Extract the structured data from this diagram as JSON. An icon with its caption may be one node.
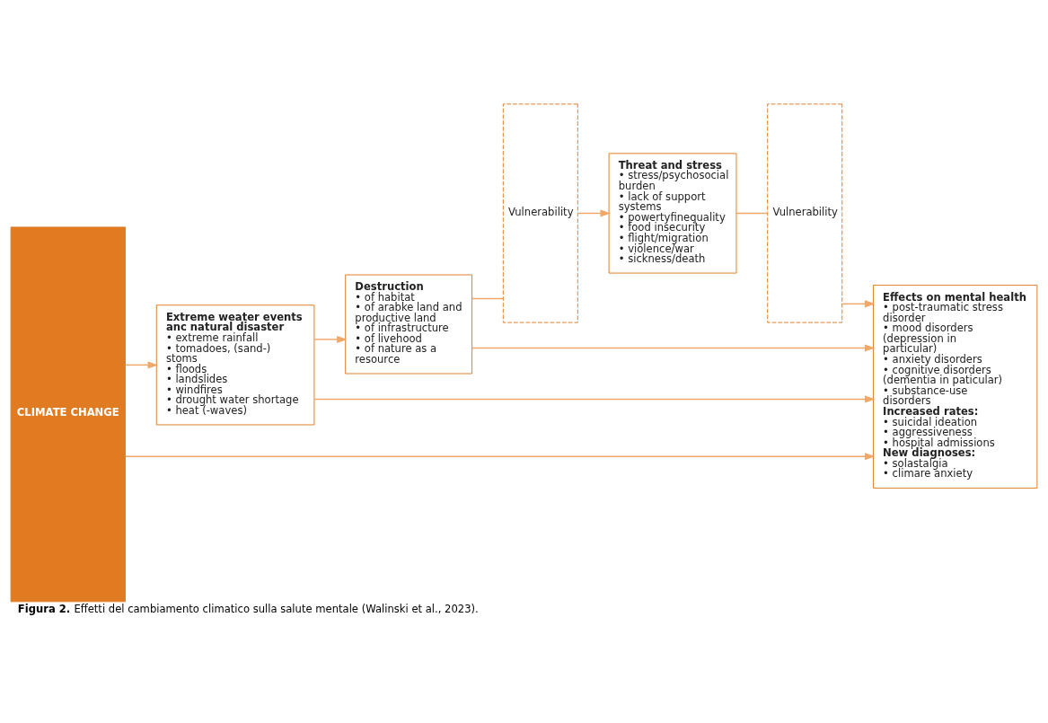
{
  "diagram": {
    "caption": "**Figura 2.** Effetti del cambiamento climatico sulla salute mentale (Walinski et al., 2023).",
    "nodes": [
      {
        "text": [
          "CLIMATE CHANGE"
        ]
      },
      {
        "text": [
          "Extreme weater events anc natural disaster",
          "• extreme rainfall",
          "• tomadoes, (sand-) stoms",
          "• floods",
          "• landslides",
          "• windfires",
          "• drought water shortage",
          "• heat (-waves)"
        ]
      },
      {
        "text": [
          "Destruction",
          "• of habitat",
          "• of arabke land and productive land",
          "• of infrastructure",
          "• of livehood",
          "• of nature as a resource"
        ]
      },
      {
        "text": [
          "Vulnerability"
        ]
      },
      {
        "text": [
          "Threat and stress",
          "• stress/psychosocial burden",
          "• lack of support systems",
          "• powertyfinequality",
          "• food insecurity",
          "• flight/migration",
          "• violence/war",
          "• sickness/death"
        ]
      },
      {
        "text": [
          "Vulnerability"
        ]
      },
      {
        "text": [
          "Effects on mental health",
          "• post-traumatic stress disorder",
          "• mood disorders (depression in particular)",
          "• anxiety disorders",
          "• cognitive disorders (dementia in paticular)",
          "• substance-use disorders",
          "Increased rates:",
          "• suicidal ideation",
          "• aggressiveness",
          "• hospital admissions",
          "New diagnoses:",
          "• solastalgia",
          "• climare anxiety"
        ]
      }
    ],
    "edges": [
      {
        "from": 0,
        "to": 1,
        "arrow": "to"
      },
      {
        "from": 1,
        "to": 2,
        "arrow": "to"
      },
      {
        "from": 2,
        "to": 3,
        "arrow": "none"
      },
      {
        "from": 3,
        "to": 4,
        "arrow": "to"
      },
      {
        "from": 4,
        "to": 5,
        "arrow": "none"
      },
      {
        "from": 5,
        "to": 6,
        "arrow": "to"
      },
      {
        "from": 2,
        "to": 6,
        "arrow": "to"
      },
      {
        "from": 1,
        "to": 6,
        "arrow": "to"
      },
      {
        "from": 0,
        "to": 6,
        "arrow": "to"
      }
    ]
  }
}
